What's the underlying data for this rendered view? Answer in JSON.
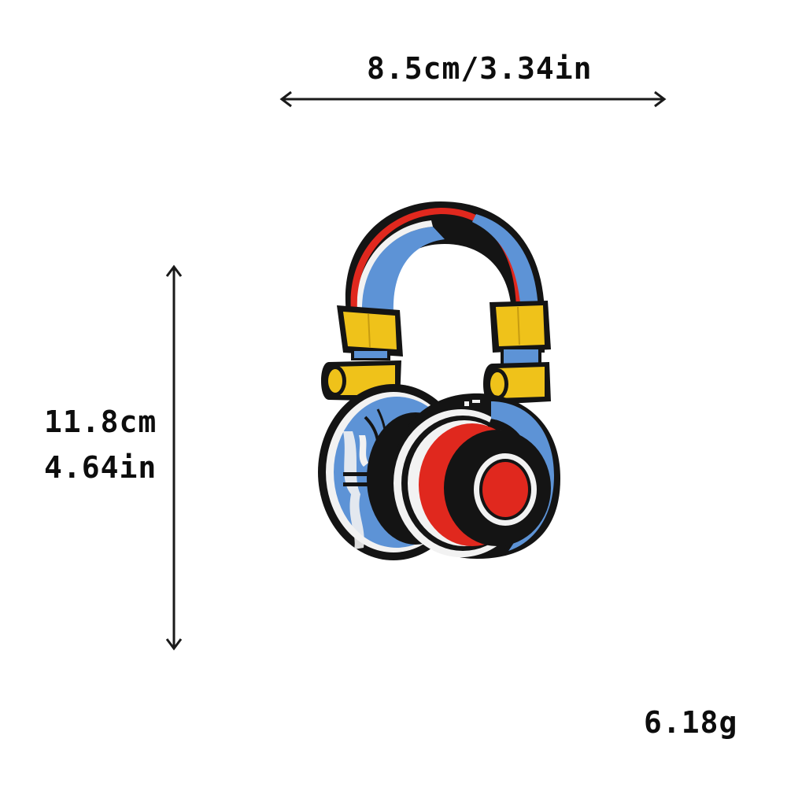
{
  "product": {
    "subject": "embroidered headphones patch",
    "width_label": "8.5cm/3.34in",
    "height_label_cm": "11.8cm",
    "height_label_in": "4.64in",
    "weight_label": "6.18g"
  },
  "dimensions": {
    "width_cm": 8.5,
    "width_in": 3.34,
    "height_cm": 11.8,
    "height_in": 4.64,
    "weight_g": 6.18
  },
  "icons": {
    "width_arrow": "double-headed-horizontal-arrow",
    "height_arrow": "double-headed-vertical-arrow"
  },
  "colors": {
    "background": "#ffffff",
    "text": "#0d0d0d",
    "patch_outline": "#141414",
    "patch_blue": "#5d93d6",
    "patch_red": "#e0281e",
    "patch_yellow": "#efc21a",
    "patch_white": "#f2f2f2"
  }
}
